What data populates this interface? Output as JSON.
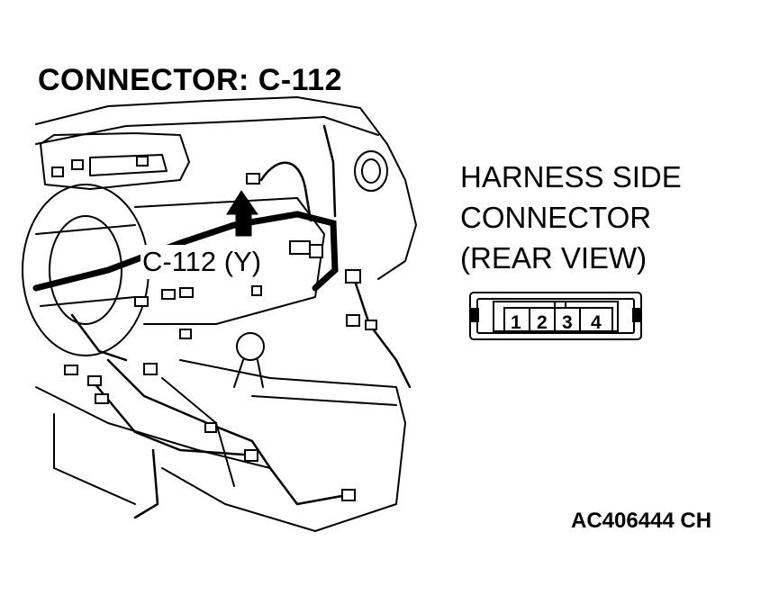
{
  "header": {
    "title": "CONNECTOR: C-112"
  },
  "side_label": {
    "lines": [
      "HARNESS SIDE",
      "CONNECTOR",
      "(REAR VIEW)"
    ]
  },
  "callout": {
    "label": "C-112 (Y)"
  },
  "connector": {
    "pins": [
      "1",
      "2",
      "3",
      "4"
    ]
  },
  "footer": {
    "code": "AC406444 CH"
  }
}
